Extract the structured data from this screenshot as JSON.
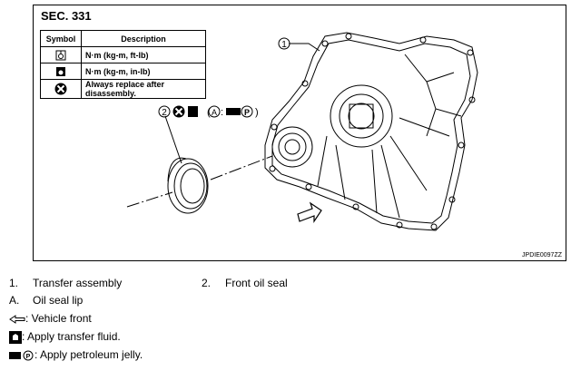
{
  "section": "SEC. 331",
  "symbol_table": {
    "header_symbol": "Symbol",
    "header_description": "Description",
    "rows": [
      {
        "icon": "torque-wrench-icon",
        "description": "N·m (kg-m, ft-lb)"
      },
      {
        "icon": "torque-wrench-filled-icon",
        "description": "N·m (kg-m, in-lb)"
      },
      {
        "icon": "replace-icon",
        "description": "Always replace after disassembly."
      }
    ]
  },
  "callouts": {
    "part1": "1",
    "part2": "2",
    "lip": "A"
  },
  "figure_ref": "JPDIE0097ZZ",
  "legend": {
    "item1_num": "1.",
    "item1_text": "Transfer assembly",
    "item2_num": "2.",
    "item2_text": "Front oil seal",
    "itemA_num": "A.",
    "itemA_text": "Oil seal lip",
    "vehicle_front": ": Vehicle front",
    "transfer_fluid": ": Apply transfer fluid.",
    "petroleum_jelly": ": Apply petroleum jelly."
  }
}
